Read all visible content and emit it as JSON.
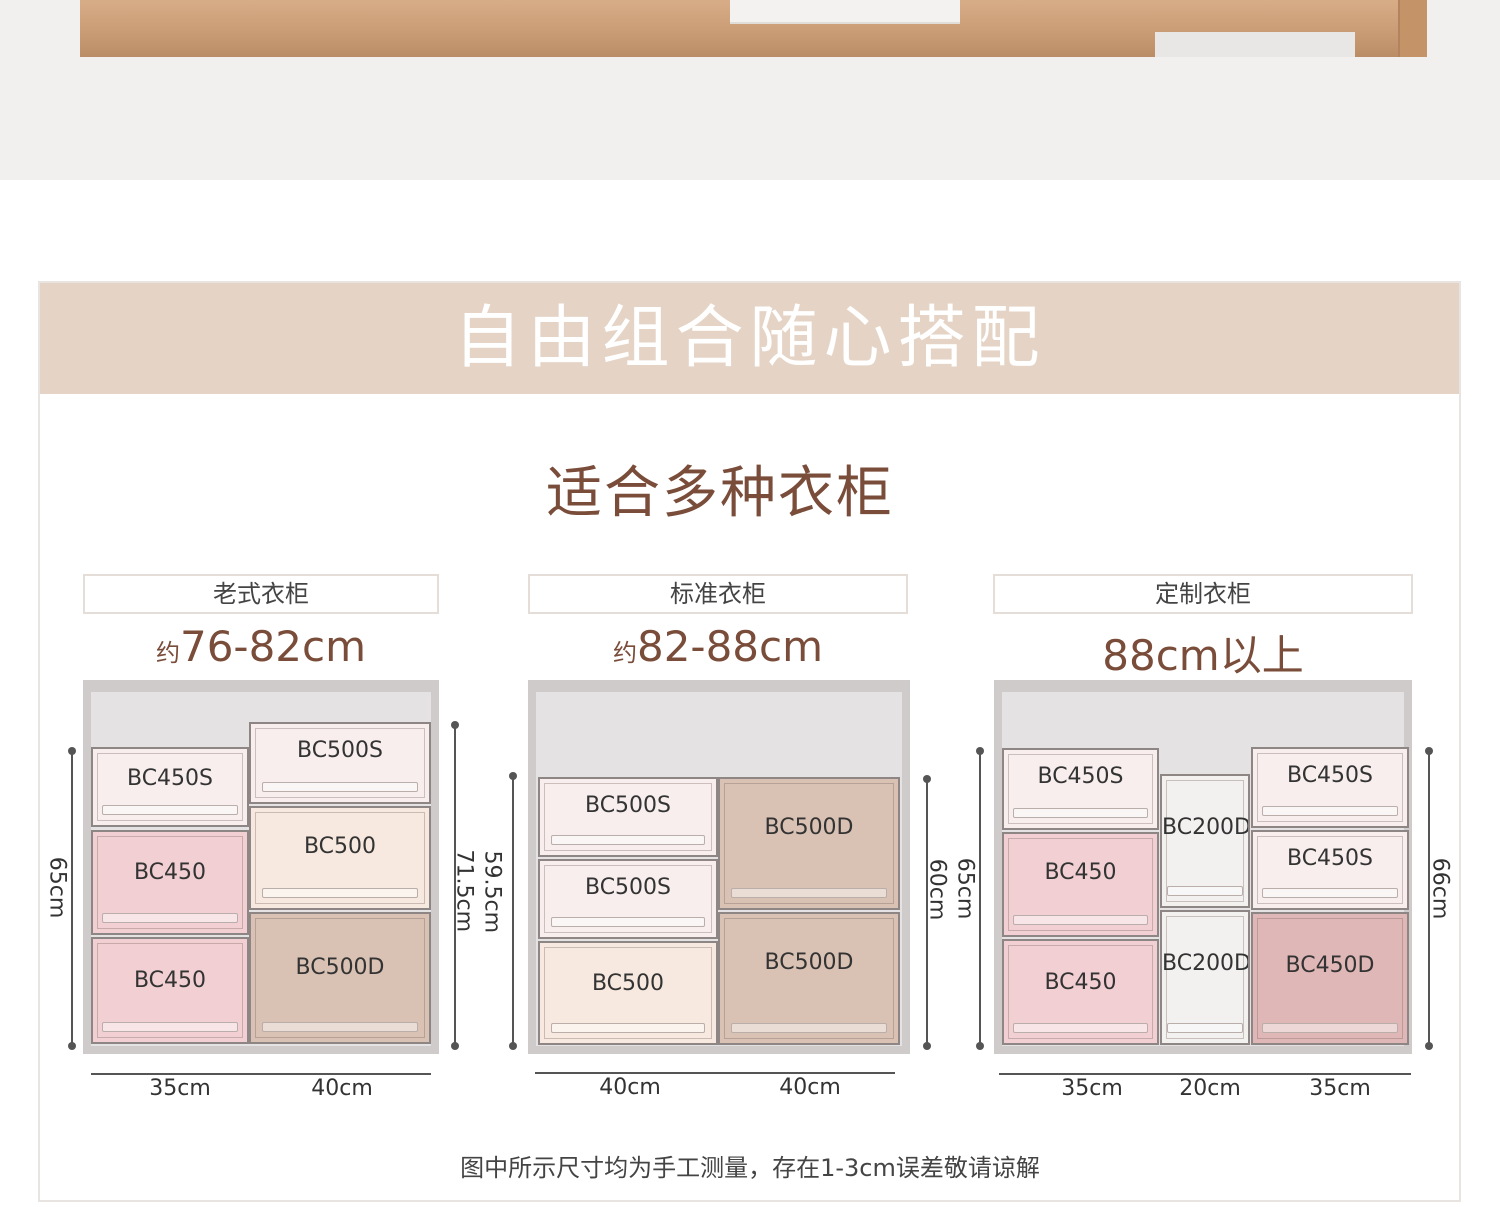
{
  "banner_title": "自由组合随心搭配",
  "subtitle": "适合多种衣柜",
  "wardrobes": [
    {
      "type_label": "老式衣柜",
      "range_prefix": "约",
      "range_value": "76-82cm",
      "drawers": [
        "BC450S",
        "BC450",
        "BC450",
        "BC500S",
        "BC500",
        "BC500D"
      ],
      "heights": [
        "65cm",
        "71.5cm"
      ],
      "widths": [
        "35cm",
        "40cm"
      ]
    },
    {
      "type_label": "标准衣柜",
      "range_prefix": "约",
      "range_value": "82-88cm",
      "drawers": [
        "BC500S",
        "BC500S",
        "BC500",
        "BC500D",
        "BC500D"
      ],
      "heights": [
        "59.5cm",
        "60cm"
      ],
      "widths": [
        "40cm",
        "40cm"
      ]
    },
    {
      "type_label": "定制衣柜",
      "range_prefix": "",
      "range_value": "88cm以上",
      "drawers": [
        "BC450S",
        "BC450",
        "BC450",
        "BC200D",
        "BC200D",
        "BC450S",
        "BC450S",
        "BC450D"
      ],
      "heights": [
        "65cm",
        "66cm"
      ],
      "widths": [
        "35cm",
        "20cm",
        "35cm"
      ]
    }
  ],
  "note": "图中所示尺寸均为手工测量，存在1-3cm误差敬请谅解",
  "colors": {
    "banner": "#e5d4c6",
    "accent_text": "#7a4c3a",
    "drawer_pink": "#f1cfd3",
    "drawer_beige": "#d9c2b4"
  }
}
